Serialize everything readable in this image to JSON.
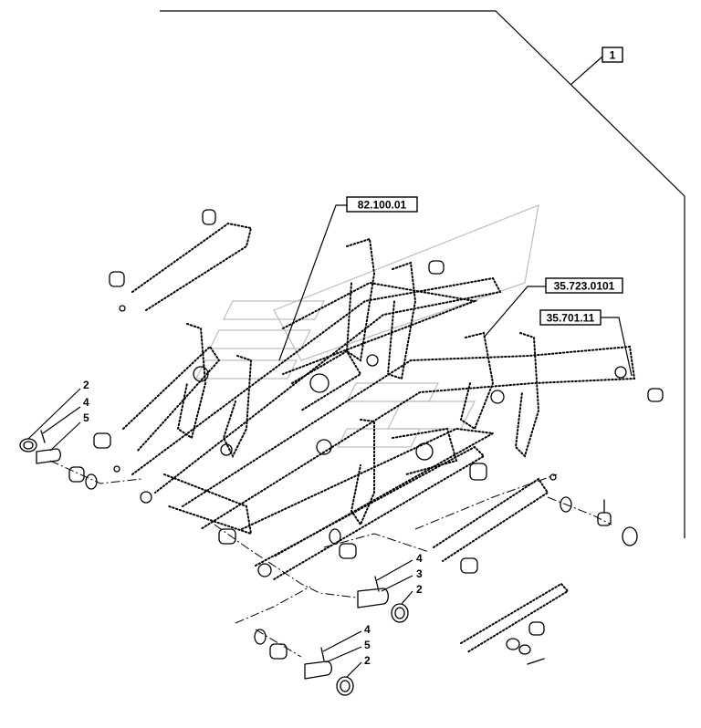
{
  "references": {
    "assembly": "1",
    "frame": "82.100.01",
    "cylinder_upper": "35.723.0101",
    "cylinder_lower": "35.701.11"
  },
  "callouts": {
    "left_group": [
      "2",
      "4",
      "5"
    ],
    "middle_group": [
      "4",
      "3",
      "2"
    ],
    "bottom_group": [
      "4",
      "5",
      "2"
    ]
  }
}
